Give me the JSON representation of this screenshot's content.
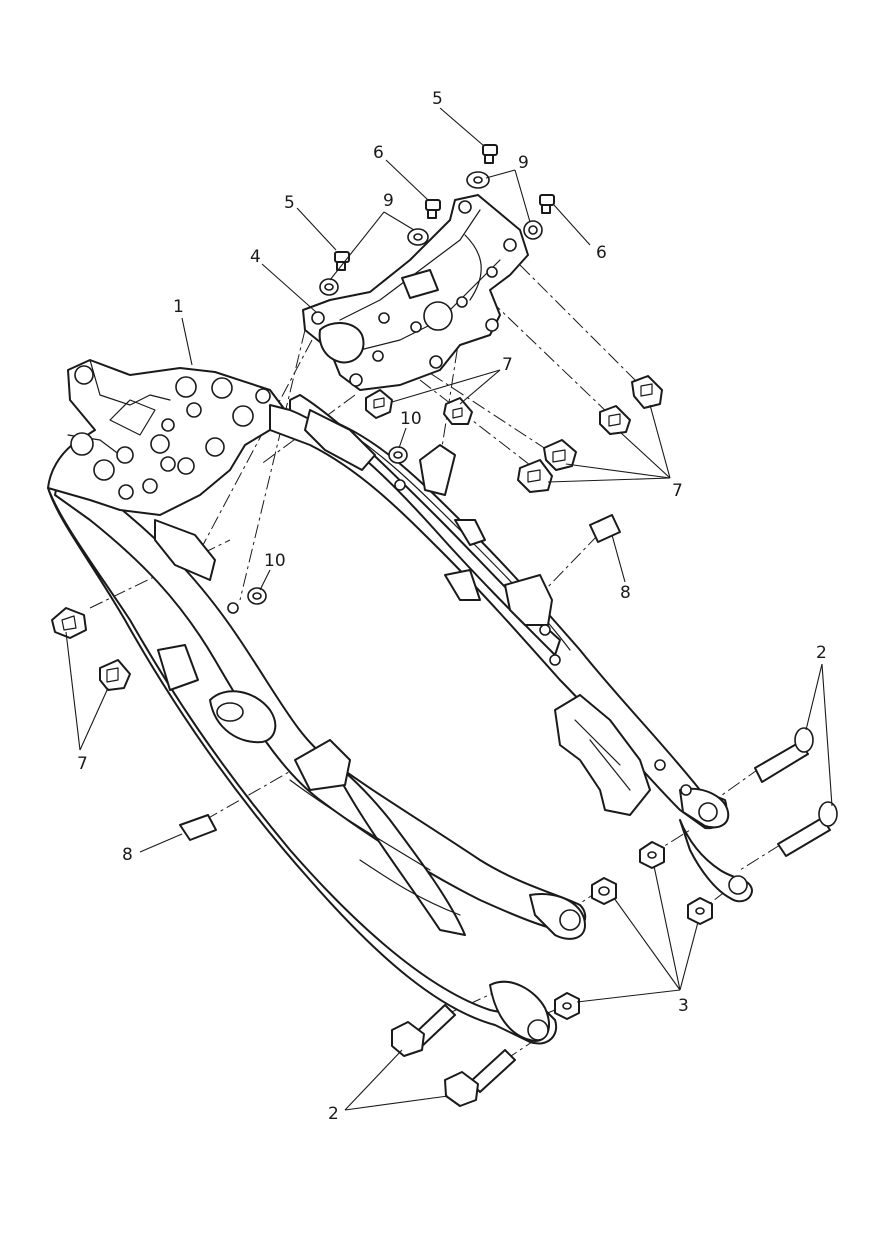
{
  "callouts": {
    "c1": "1",
    "c2a": "2",
    "c2b": "2",
    "c3": "3",
    "c4": "4",
    "c5a": "5",
    "c5b": "5",
    "c6a": "6",
    "c6b": "6",
    "c7a": "7",
    "c7b": "7",
    "c7c": "7",
    "c8a": "8",
    "c8b": "8",
    "c9a": "9",
    "c9b": "9",
    "c10a": "10",
    "c10b": "10"
  }
}
